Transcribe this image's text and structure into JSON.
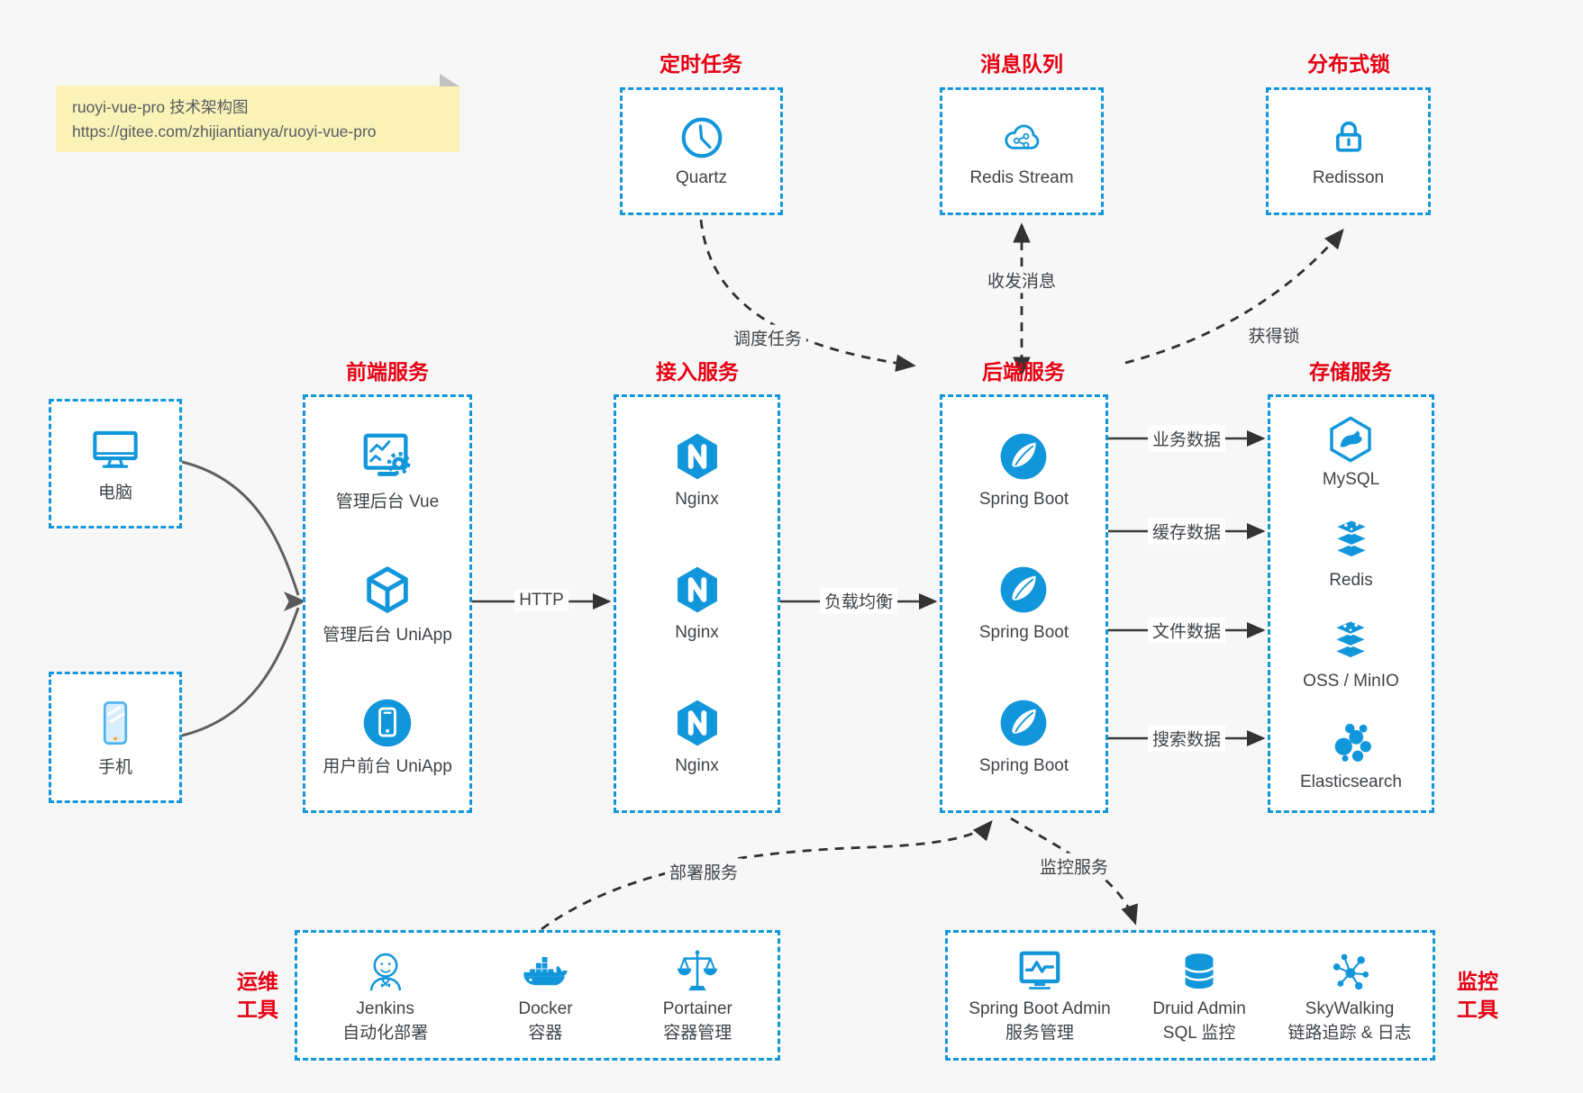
{
  "note": {
    "line1": "ruoyi-vue-pro 技术架构图",
    "line2": "https://gitee.com/zhijiantianya/ruoyi-vue-pro"
  },
  "colors": {
    "accent_blue": "#1296db",
    "heading_red": "#e60012",
    "background": "#f7f7f7",
    "note_yellow": "#faf2b6"
  },
  "groups": {
    "scheduled_job": {
      "title": "定时任务",
      "item": {
        "label": "Quartz",
        "icon": "clock-icon"
      }
    },
    "message_queue": {
      "title": "消息队列",
      "item": {
        "label": "Redis Stream",
        "icon": "cloud-stream-icon"
      }
    },
    "distributed_lock": {
      "title": "分布式锁",
      "item": {
        "label": "Redisson",
        "icon": "lock-icon"
      }
    },
    "clients": {
      "pc": {
        "label": "电脑",
        "icon": "desktop-icon"
      },
      "mobile": {
        "label": "手机",
        "icon": "mobile-icon"
      }
    },
    "frontend": {
      "title": "前端服务",
      "items": [
        {
          "label": "管理后台 Vue",
          "icon": "admin-vue-icon"
        },
        {
          "label": "管理后台 UniApp",
          "icon": "uniapp-cube-icon"
        },
        {
          "label": "用户前台 UniApp",
          "icon": "user-app-icon"
        }
      ]
    },
    "gateway": {
      "title": "接入服务",
      "items": [
        {
          "label": "Nginx",
          "icon": "nginx-icon"
        },
        {
          "label": "Nginx",
          "icon": "nginx-icon"
        },
        {
          "label": "Nginx",
          "icon": "nginx-icon"
        }
      ]
    },
    "backend": {
      "title": "后端服务",
      "items": [
        {
          "label": "Spring Boot",
          "icon": "spring-boot-icon"
        },
        {
          "label": "Spring Boot",
          "icon": "spring-boot-icon"
        },
        {
          "label": "Spring Boot",
          "icon": "spring-boot-icon"
        }
      ]
    },
    "storage": {
      "title": "存储服务",
      "items": [
        {
          "label": "MySQL",
          "icon": "mysql-icon"
        },
        {
          "label": "Redis",
          "icon": "redis-icon"
        },
        {
          "label": "OSS / MinIO",
          "icon": "oss-minio-icon"
        },
        {
          "label": "Elasticsearch",
          "icon": "elasticsearch-icon"
        }
      ]
    },
    "ops_tools": {
      "title_line1": "运维",
      "title_line2": "工具",
      "items": [
        {
          "name": "Jenkins",
          "desc": "自动化部署",
          "icon": "jenkins-icon"
        },
        {
          "name": "Docker",
          "desc": "容器",
          "icon": "docker-icon"
        },
        {
          "name": "Portainer",
          "desc": "容器管理",
          "icon": "portainer-icon"
        }
      ]
    },
    "monitor_tools": {
      "title_line1": "监控",
      "title_line2": "工具",
      "items": [
        {
          "name": "Spring Boot Admin",
          "desc": "服务管理",
          "icon": "spring-boot-admin-icon"
        },
        {
          "name": "Druid Admin",
          "desc": "SQL 监控",
          "icon": "druid-icon"
        },
        {
          "name": "SkyWalking",
          "desc": "链路追踪 & 日志",
          "icon": "skywalking-icon"
        }
      ]
    }
  },
  "edges": {
    "http": "HTTP",
    "load_balance": "负载均衡",
    "business_data": "业务数据",
    "cache_data": "缓存数据",
    "file_data": "文件数据",
    "search_data": "搜索数据",
    "schedule_task": "调度任务",
    "send_receive_message": "收发消息",
    "acquire_lock": "获得锁",
    "deploy_service": "部署服务",
    "monitor_service": "监控服务"
  }
}
